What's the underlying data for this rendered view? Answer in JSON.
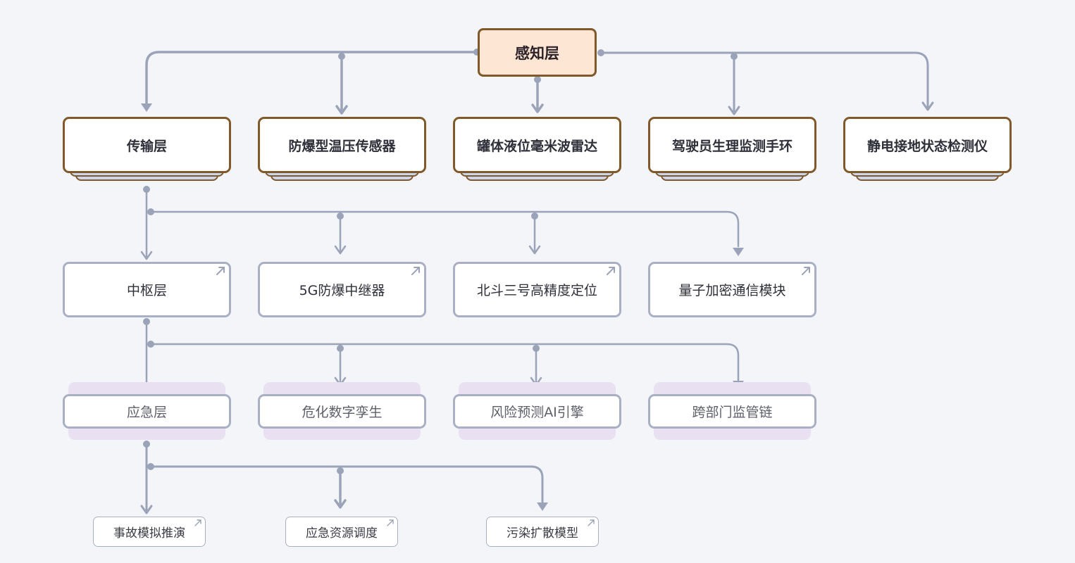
{
  "diagram": {
    "root": {
      "label": "感知层"
    },
    "level1": [
      {
        "label": "传输层"
      },
      {
        "label": "防爆型温压传感器"
      },
      {
        "label": "罐体液位毫米波雷达"
      },
      {
        "label": "驾驶员生理监测手环"
      },
      {
        "label": "静电接地状态检测仪"
      }
    ],
    "level2": [
      {
        "label": "中枢层"
      },
      {
        "label": "5G防爆中继器"
      },
      {
        "label": "北斗三号高精度定位"
      },
      {
        "label": "量子加密通信模块"
      }
    ],
    "level3": [
      {
        "label": "应急层"
      },
      {
        "label": "危化数字孪生"
      },
      {
        "label": "风险预测AI引擎"
      },
      {
        "label": "跨部门监管链"
      }
    ],
    "level4": [
      {
        "label": "事故模拟推演"
      },
      {
        "label": "应急资源调度"
      },
      {
        "label": "污染扩散模型"
      }
    ]
  },
  "colors": {
    "background": "#f4f5f9",
    "connector": "#9ba3b8",
    "root_fill": "#fde6d4",
    "root_border": "#80592a",
    "level1_border": "#80592a",
    "stack_fill": "#cdd6ef",
    "node_border": "#a9b0c4",
    "level3_shadow": "#e9e1f2"
  },
  "icons": {
    "expand": "arrow-up-right-icon"
  }
}
